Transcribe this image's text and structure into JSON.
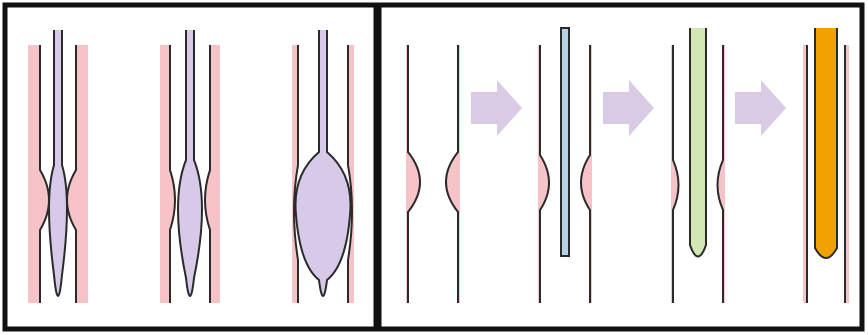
{
  "figure": {
    "colors": {
      "frame": "#111111",
      "vessel_wall": "#f6c4c8",
      "wall_line": "#2a2a2a",
      "balloon_fill": "#d7c9e8",
      "arrow": "#d9cbe6",
      "probe_blue": "#b9d3e6",
      "probe_green": "#d3e7b4",
      "probe_orange": "#f1a200"
    },
    "left_panel": {
      "stages": [
        {
          "step": 1,
          "device": "balloon",
          "inflation": 0.3
        },
        {
          "step": 2,
          "device": "balloon",
          "inflation": 0.6
        },
        {
          "step": 3,
          "device": "balloon",
          "inflation": 1.0
        }
      ]
    },
    "right_panel": {
      "stages": [
        {
          "step": 1,
          "device": "none",
          "note": "narrowed vessel"
        },
        {
          "step": 2,
          "device": "thin-rod",
          "color": "probe_blue"
        },
        {
          "step": 3,
          "device": "medium-rod",
          "color": "probe_green"
        },
        {
          "step": 4,
          "device": "wide-rod",
          "color": "probe_orange"
        }
      ],
      "arrows": 3
    }
  }
}
